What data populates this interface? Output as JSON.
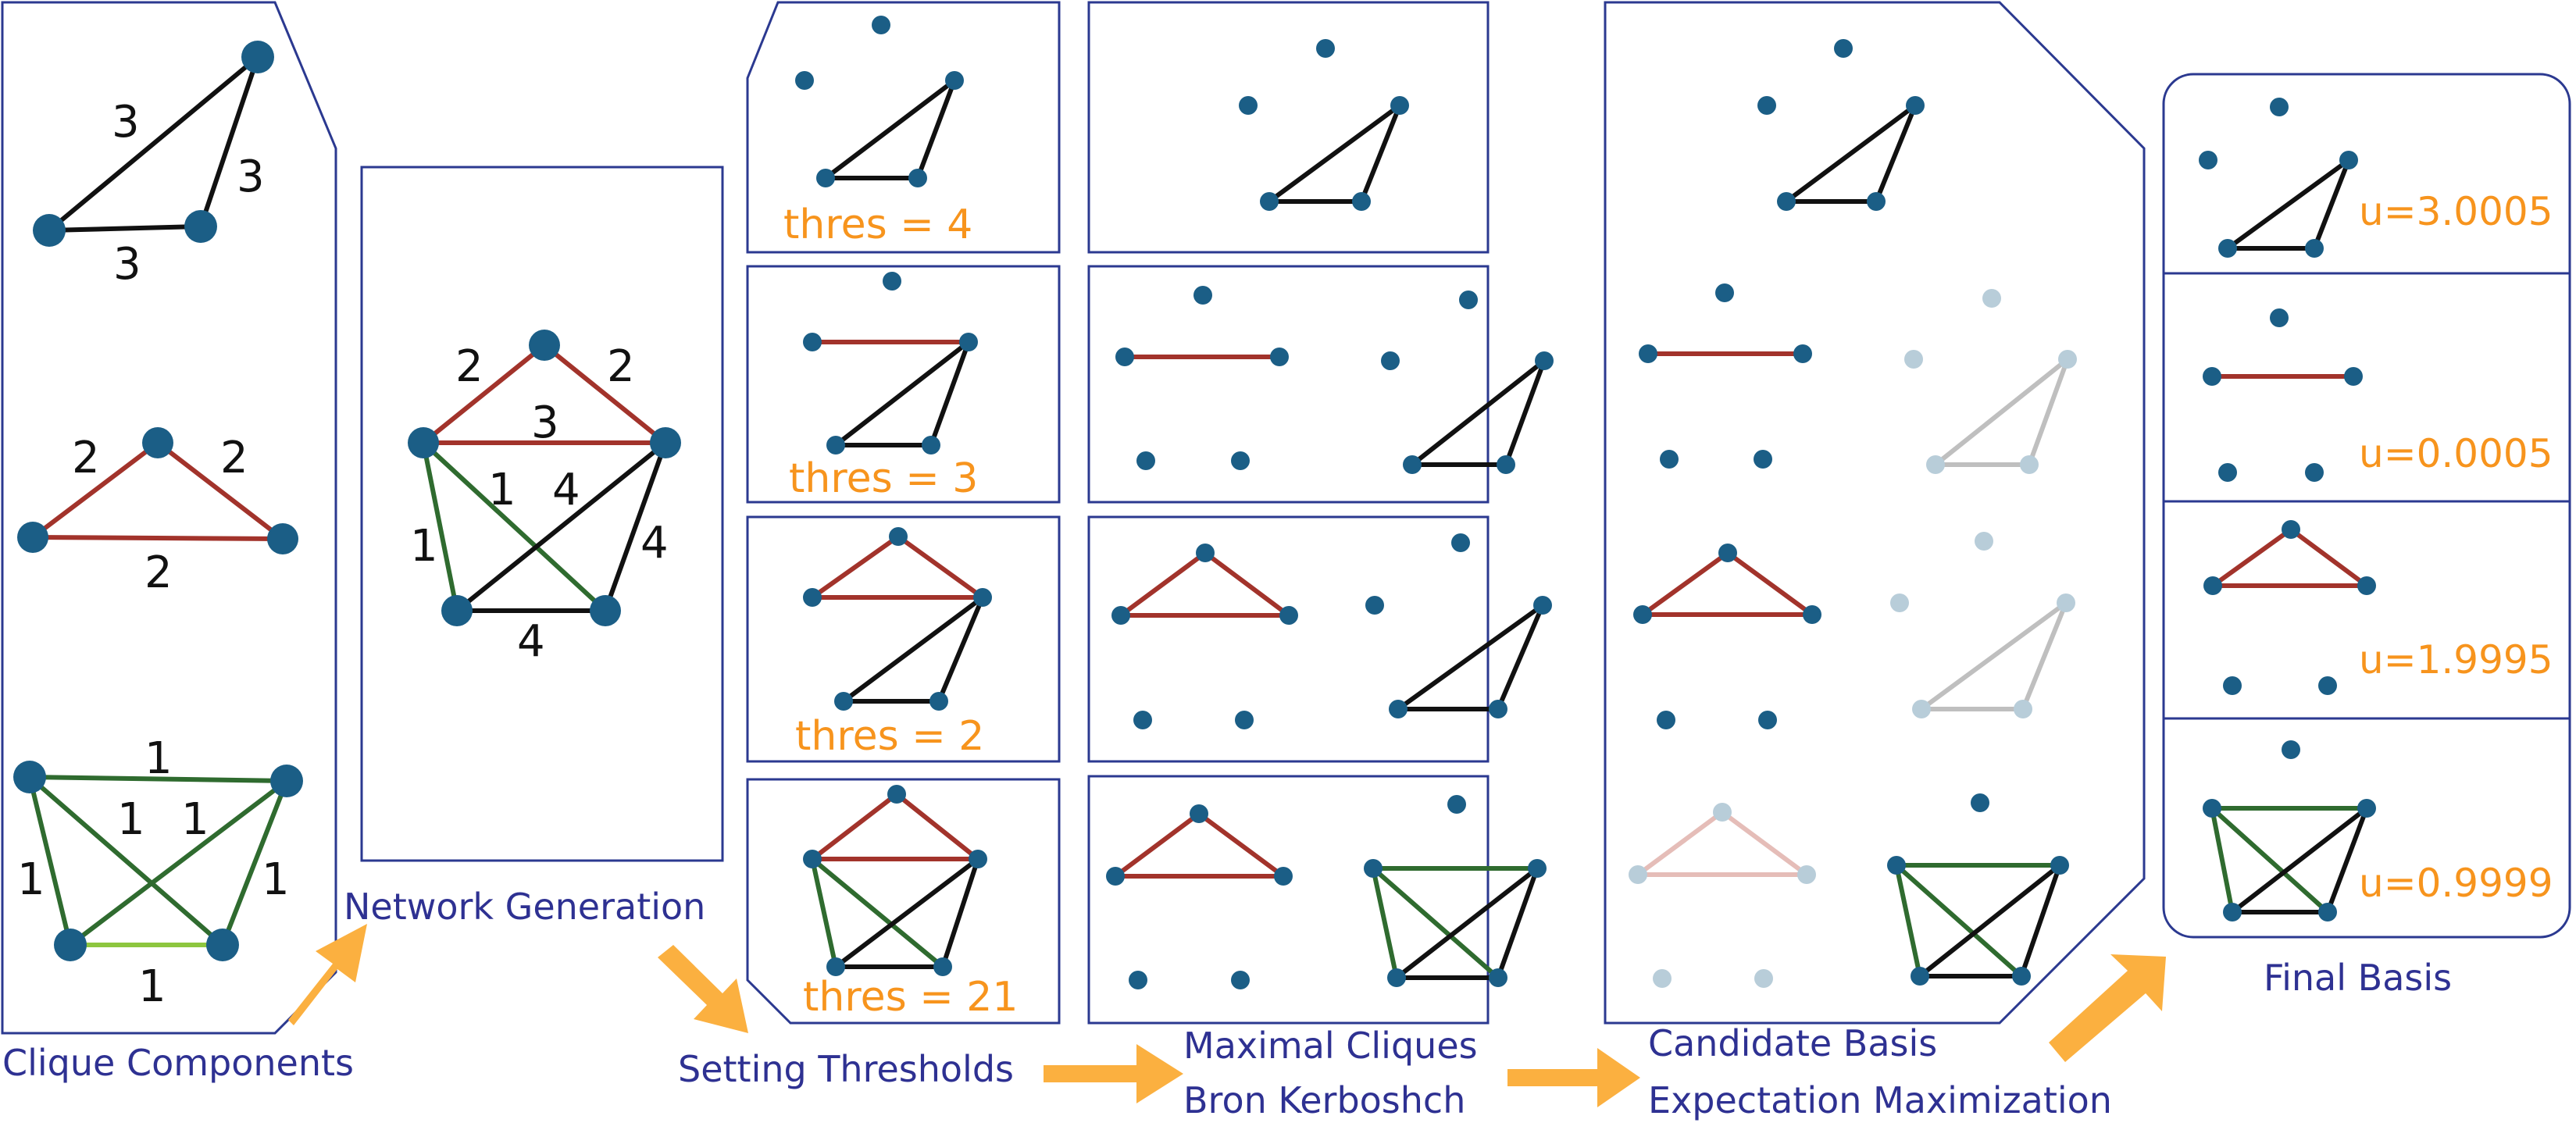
{
  "colors": {
    "box": "#2b3990",
    "node": "#1b5e86",
    "edge_black": "#111111",
    "edge_red": "#a2332b",
    "edge_green": "#2f6b2f",
    "faded_node": "#b8cdd9",
    "faded_edge_gray": "#bfbfbf",
    "faded_edge_pink": "#e5bdb8",
    "label_orange": "#f7941d",
    "stage_text": "#2e3192",
    "arrow": "#fbb040"
  },
  "stages": {
    "clique_components": "Clique Components",
    "network_generation": "Network Generation",
    "setting_thresholds": "Setting Thresholds",
    "maximal_cliques": "Maximal Cliques",
    "bron_kerbosch": "Bron Kerboshch",
    "candidate_basis": "Candidate Basis",
    "expectation_maximization": "Expectation Maximization",
    "final_basis": "Final Basis"
  },
  "edge_weights": {
    "black_triangle": [
      "3",
      "3",
      "3"
    ],
    "red_triangle": [
      "2",
      "2",
      "2"
    ],
    "green_clique": [
      "1",
      "1",
      "1",
      "1",
      "1",
      "1"
    ],
    "network": [
      "2",
      "2",
      "3",
      "1",
      "4",
      "1",
      "4",
      "4"
    ]
  },
  "thresholds": [
    "thres = 4",
    "thres = 3",
    "thres = 2",
    "thres = 21"
  ],
  "final_u": [
    "u=3.0005",
    "u=0.0005",
    "u=1.9995",
    "u=0.9999"
  ]
}
